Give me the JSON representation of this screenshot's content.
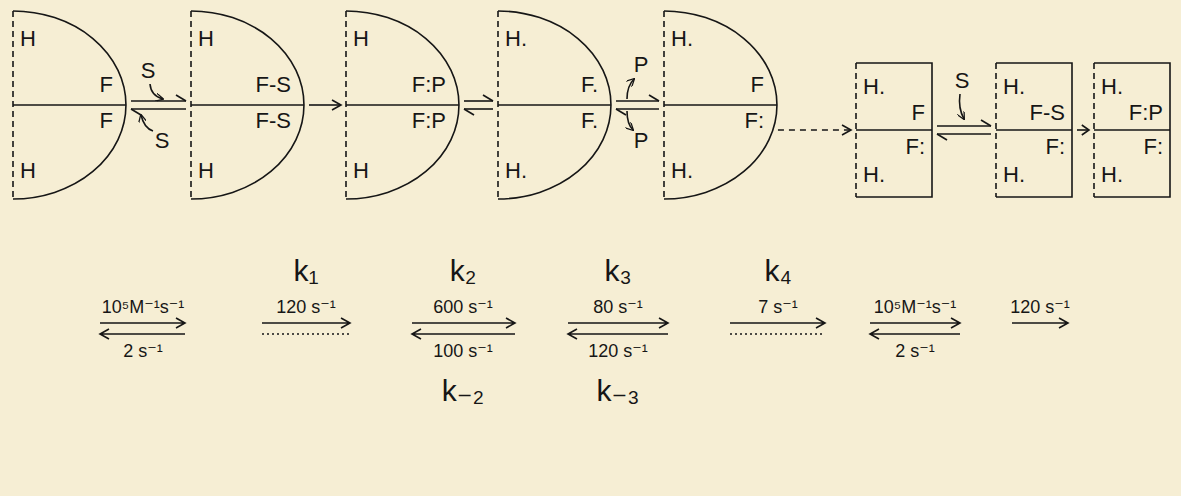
{
  "diagram": {
    "nodes": [
      {
        "text": [
          "H",
          "F",
          "F",
          "H"
        ]
      },
      {
        "text": [
          "H",
          "F-S",
          "F-S",
          "H"
        ]
      },
      {
        "text": [
          "H",
          "F:P",
          "F:P",
          "H"
        ]
      },
      {
        "text": [
          "H.",
          "F.",
          "F.",
          "H."
        ]
      },
      {
        "text": [
          "H.",
          "F",
          "F:",
          "H."
        ]
      },
      {
        "text": [
          "H.",
          "F",
          "F:",
          "H."
        ]
      },
      {
        "text": [
          "H.",
          "F-S",
          "F:",
          "H."
        ]
      },
      {
        "text": [
          "H.",
          "F:P",
          "F:",
          "H."
        ]
      }
    ],
    "edges": [
      {
        "from": 0,
        "to": 1,
        "arrow": "both"
      },
      {
        "from": 1,
        "to": 2,
        "arrow": "to"
      },
      {
        "from": 2,
        "to": 3,
        "arrow": "both"
      },
      {
        "from": 3,
        "to": 4,
        "arrow": "both"
      },
      {
        "from": 4,
        "to": 5,
        "arrow": "to"
      },
      {
        "from": 5,
        "to": 6,
        "arrow": "both"
      },
      {
        "from": 6,
        "to": 7,
        "arrow": "to"
      }
    ],
    "labels": [
      "S",
      "S",
      "P",
      "P",
      "S",
      "10⁵M⁻¹s⁻¹",
      "2 s⁻¹",
      "k₁",
      "120 s⁻¹",
      "k₂",
      "600 s⁻¹",
      "100 s⁻¹",
      "k₋₂",
      "k₃",
      "80 s⁻¹",
      "120 s⁻¹",
      "k₋₃",
      "k₄",
      "7 s⁻¹",
      "10⁵M⁻¹s⁻¹",
      "2 s⁻¹",
      "120 s⁻¹"
    ]
  }
}
